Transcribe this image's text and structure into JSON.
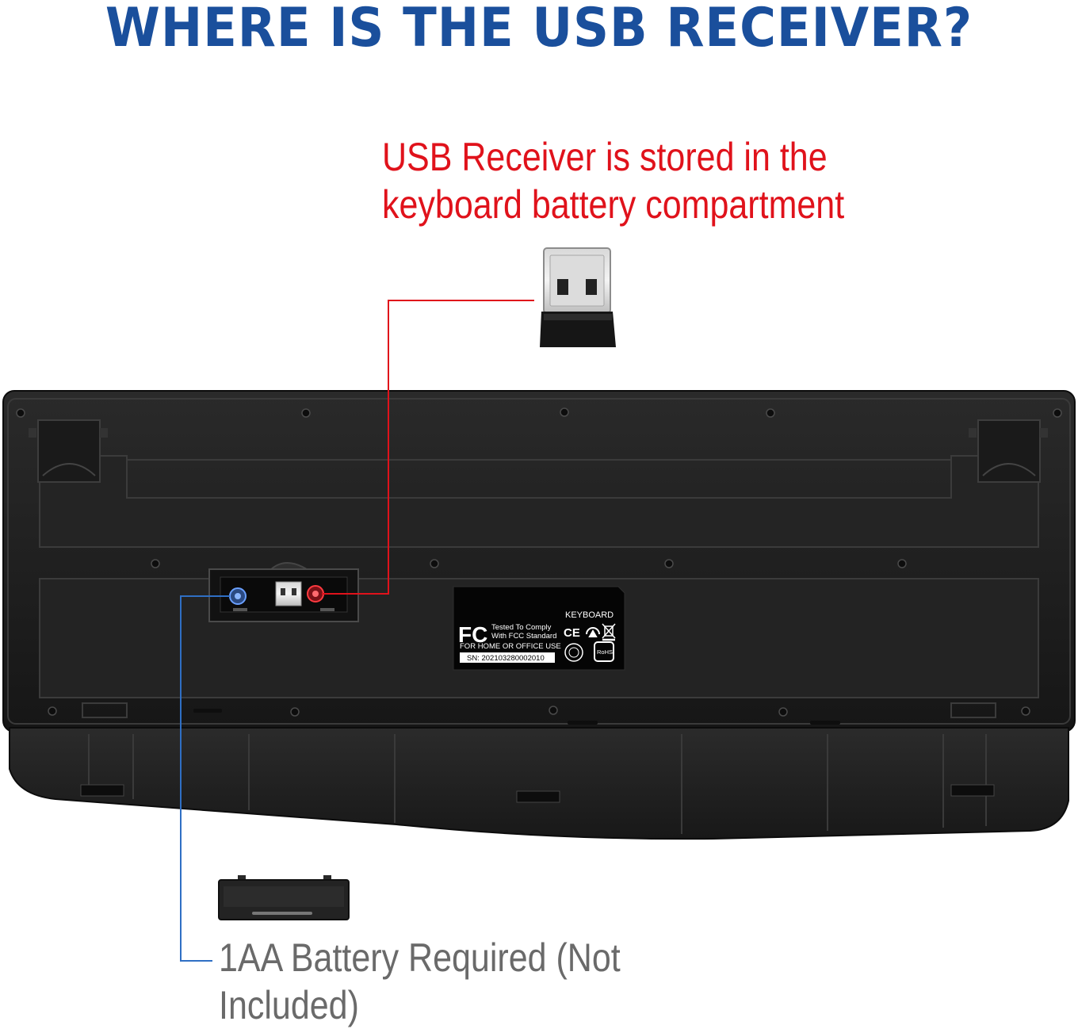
{
  "header": {
    "title": "WHERE IS THE USB RECEIVER?"
  },
  "callout": {
    "line1": "USB Receiver is stored in the",
    "line2": "keyboard battery compartment",
    "color": "#e0121b"
  },
  "battery_note": {
    "text": "1AA Battery Required (Not Included)",
    "color": "#6a6a6a"
  },
  "fcc_label": {
    "fcc_logo": "FC",
    "tested_line1": "Tested To Comply",
    "tested_line2": "With FCC Standard",
    "use_line": "FOR HOME OR OFFICE USE",
    "serial": "SN: 202103280002010",
    "product": "KEYBOARD",
    "ce_mark": "CE",
    "rohs": "RoHS"
  },
  "colors": {
    "title_blue": "#1a4f9c",
    "leader_red": "#e0121b",
    "leader_blue": "#2f6fc4",
    "keyboard_body": "#1e1e1e"
  },
  "icons": [
    "usb-receiver-icon",
    "recycle-icon",
    "weee-bin-icon",
    "iso-seal-icon",
    "rohs-icon"
  ]
}
